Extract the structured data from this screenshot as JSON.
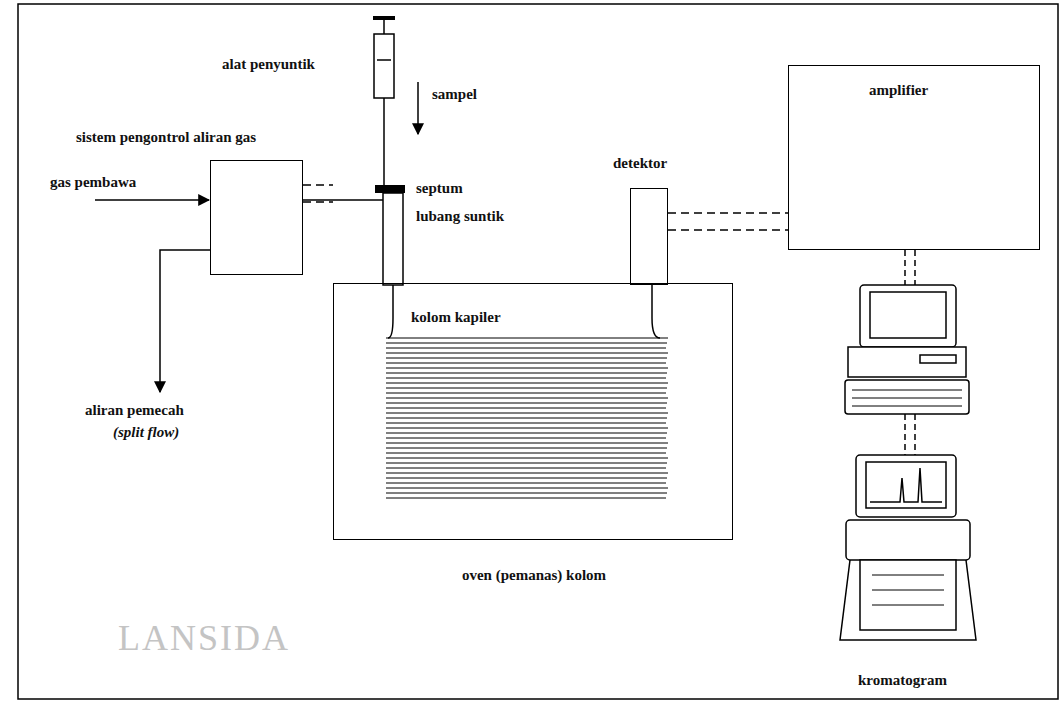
{
  "diagram": {
    "nodes": [
      {
        "text": [
          "sistem pengontrol aliran gas"
        ]
      },
      {
        "text": [
          "kolom kapiler",
          "oven (pemanas) kolom"
        ]
      },
      {
        "text": [
          "detektor"
        ]
      },
      {
        "text": [
          "amplifier"
        ]
      }
    ],
    "edges": [
      {
        "from": 0,
        "to": 1,
        "arrow": "none"
      },
      {
        "from": 2,
        "to": 3,
        "arrow": "none"
      }
    ],
    "labels": [
      "alat penyuntik",
      "sampel",
      "gas pembawa",
      "septum",
      "lubang suntik",
      "aliran pemecah",
      "(split flow)",
      "kromatogram",
      "LANSIDA"
    ]
  }
}
